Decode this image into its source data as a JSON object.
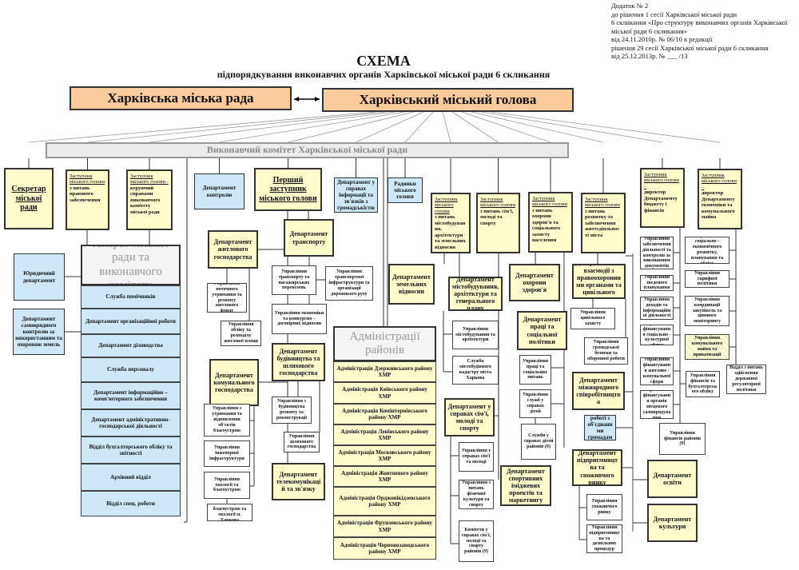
{
  "header": {
    "note": "Додаток № 2\nдо рішення 1 сесії Харківської міської ради\n6 скликання «Про структуру виконавчих органів Харківської\nміської ради 6 скликання»\nвід  24.11.2010р.  № 06/10  в редакції\nрішення 29 сесії  Харківської міської ради 6 скликання\nвід 25.12.2013р.  № ___ /13",
    "title": "СХЕМА",
    "subtitle": "підпорядкування виконавчих органів Харківської міської ради 6 скликання"
  },
  "boxes": {
    "council": "Харківська міська рада",
    "mayor": "Харківський міський голова",
    "exec": "Виконавчий комітет Харківської міської ради",
    "secretary": "Секретар міської ради",
    "dep_legal": {
      "title": "Заступник міського голови",
      "text": "з питань правового забезпечення"
    },
    "dep_affairs": {
      "title": "Заступник міського голови -",
      "text": "керуючий справами виконавчого комітету міської ради"
    },
    "apparatus": "Апарат міської ради та виконавчого комітету",
    "ap1": "Служба помічників",
    "ap2": "Департамент організаційної роботи",
    "ap3": "Департамент діловодства",
    "ap4": "Служба персоналу",
    "ap5": "Департамент інформаційно – комп'ютерного забезпечення",
    "ap6": "Департамент адміністративно-господарської діяльності",
    "ap7": "Відділ бухгалтерського обліку та звітності",
    "ap8": "Архівний відділ",
    "ap9": "Відділ спец. роботи",
    "legal_dept": "Юридичний департамент",
    "land_control": "Департамент самоврядного контролю за використанням та охороною земель",
    "control": "Департамент контролю",
    "first_deputy": "Перший заступник міського голови",
    "info_dept": "Департамент у справах інформації та зв'язків з громадськістю",
    "advisers": "Радники міського голови",
    "housing": "Департамент житлового господарства",
    "transport": "Департамент транспорту",
    "h1": "Управління поточного утримання та ремонту житлового фонду",
    "h2": "Управління обліку та розподілу житлової площі",
    "t1": "Управління транспорту та пасажирських перевезень",
    "t2": "Управління транспортної інфраструктури та організації дорожнього руху",
    "t3": "Управління економіки та конкурсно – договірних відносин",
    "construction": "Департамент будівництва та шляхового господарства",
    "communal": "Департамент комунального господарства",
    "c1": "Управління з будівництва ремонту та реконструкції",
    "c2": "Управління шляхового господарства",
    "telecom": "Департамент телекомунікацій та зв'язку",
    "k1": "Управління з утримання та відновлення об'єктів благоустрою",
    "k2": "Управління інженерної інфраструктури",
    "k3": "Управління екології та благоустрою",
    "k4": "Інспекція з благоустрою та екології м. Харкова",
    "districts": "Адміністрації районів",
    "d1": "Адміністрація Дзержинського району ХМР",
    "d2": "Адміністрація Київського району ХМР",
    "d3": "Адміністрація Комінтернівського району ХМР",
    "d4": "Адміністрація Ленінського району ХМР",
    "d5": "Адміністрація Московського району ХМР",
    "d6": "Адміністрація Жовтневого району ХМР",
    "d7": "Адміністрація Орджонікідзевського району ХМР",
    "d8": "Адміністрація Фрунзенського району ХМР",
    "d9": "Адміністрація Червонозаводського району ХМР",
    "land": "Департамент земельних відносин",
    "dep_urban": {
      "title": "Заступник міського голови",
      "text": "з питань містобудування, архітектури та земельних відносин"
    },
    "dep_family": {
      "title": "Заступник міського голови",
      "text": "з питань сім'ї, молоді та спорту"
    },
    "dep_health": {
      "title": "Заступник міського голови",
      "text": "з питань охорони здоров'я та соціального захисту населення"
    },
    "dep_dev": {
      "title": "Заступник міського голови",
      "text": "з питань розвитку та забезпечення життєдіяльності міста"
    },
    "urban": "Департамент містобудування, архітектури та генерального плану",
    "u1": "Управління містобудування та архітектури",
    "u2": "Служба містобудівного кадастру міста Харкова",
    "family": "Департамент у справах сім'ї, молоді та спорту",
    "f1": "Управління у справах сім'ї та молоді",
    "f2": "Управління з питань фізичної культури та спорту",
    "f3": "Комітети у справах сім'ї, молоді та спорту районів (9)",
    "health": "Департамент охорони здоров'я",
    "labor": "Департамент праці та соціальної політики",
    "l1": "Управління праці та соціальних питань",
    "l2": "Управління служб у справах дітей",
    "l3": "Служби у справах дітей районів (9)",
    "sport": "Департамент спортивних іміджевих проектів та маркетингу",
    "law": "Департамент по взаємодії з правоохоронними органами та цивільного захисту",
    "w1": "Управління цивільного захисту",
    "w2": "Управління громадської безпеки та оборонної роботи",
    "intl": "Департамент міжнародного співробітництва",
    "communities": "Відділ по роботі з об'єднаними громадами",
    "business": "Департамент підприємництва та споживчого ринку",
    "b1": "Управління споживчого ринку",
    "b2": "Управління підприємництва та дозвільних процедур",
    "dep_budget": {
      "title": "Заступник міського голови –",
      "text": "директор Департаменту бюджету і фінансів"
    },
    "dep_econ": {
      "title": "Заступник міського голови –",
      "text": "директор Департаменту економіки та комунального майна"
    },
    "r1": "Управління забезпечення діяльності та контролю за виконанням документів",
    "r2": "Управління зведеного планування",
    "r3": "Управління доходів та інформаційної діяльності",
    "r4": "Управління фінансування соціально - культурної сфери",
    "r5": "Управління фінансування житлово - комунальної сфери",
    "r6": "Управління фінансування органів місцевого самоврядування",
    "r7": "Управління фінансів та бухгалтерського обліку",
    "r8": "Управління фінансів районів (9)",
    "e1": "Управління соціально - економічного розвитку, планування та обліку",
    "e2": "Управління тарифної політики",
    "e3": "Управління координації закупівель та цінового моніторингу",
    "e4": "Управління комунального майна та приватизації",
    "e5": "Відділ з питань здійснення державної регуляторної політики",
    "education": "Департамент освіти",
    "culture": "Департамент культури"
  },
  "colors": {
    "yellow": "#fffccc",
    "blue": "#cfe8f7",
    "orange": "#fbcb9c",
    "gray": "#ececec"
  }
}
